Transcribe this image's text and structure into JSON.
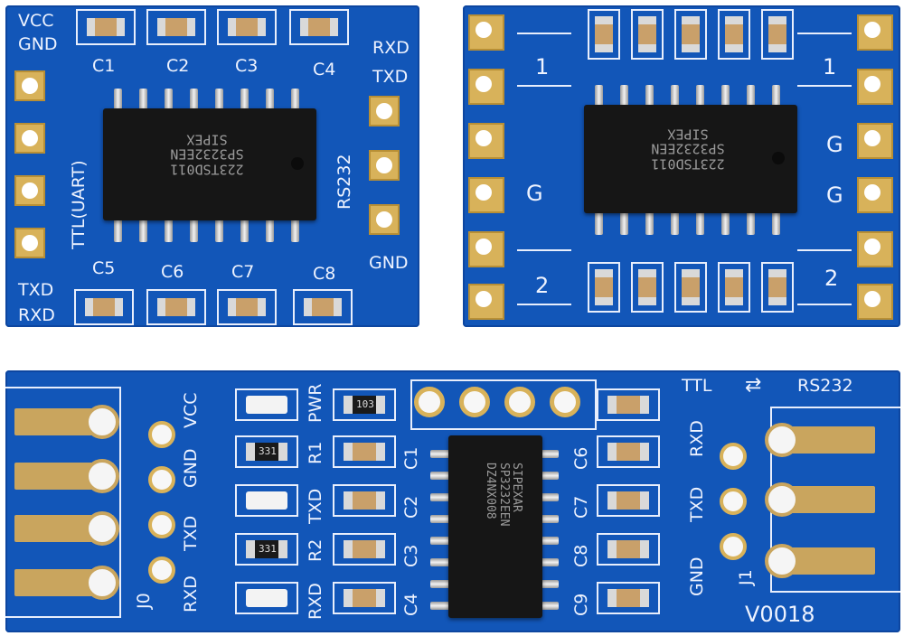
{
  "board_top_left": {
    "labels": {
      "vcc": "VCC",
      "gnd_top": "GND",
      "c1": "C1",
      "c2": "C2",
      "c3": "C3",
      "c4": "C4",
      "c5": "C5",
      "c6": "C6",
      "c7": "C7",
      "c8": "C8",
      "rxd_top": "RXD",
      "txd_top": "TXD",
      "gnd_right": "GND",
      "txd_bottom": "TXD",
      "rxd_bottom": "RXD",
      "ttl": "TTL(UART)",
      "rs232": "RS232"
    },
    "chip": {
      "line1": "223TSD011",
      "line2": "SP3232EEN",
      "line3": "SIPEX"
    }
  },
  "board_top_right": {
    "labels": {
      "one_left": "1",
      "one_right": "1",
      "g_left": "G",
      "g_right1": "G",
      "g_right2": "G",
      "two_left": "2",
      "two_right": "2"
    },
    "chip": {
      "line1": "223TSD011",
      "line2": "SP3232EEN",
      "line3": "SIPEX"
    }
  },
  "board_bottom": {
    "labels": {
      "vcc": "VCC",
      "gnd": "GND",
      "txd_left": "TXD",
      "rxd_left": "RXD",
      "j0": "J0",
      "pwr": "PWR",
      "r1": "R1",
      "txd_mid": "TXD",
      "r2": "R2",
      "rxd_mid": "RXD",
      "c1": "C1",
      "c2": "C2",
      "c3": "C3",
      "c4": "C4",
      "c6": "C6",
      "c7": "C7",
      "c8": "C8",
      "c9": "C9",
      "ttl": "TTL",
      "arrows": "⇄",
      "rs232": "RS232",
      "rxd_right": "RXD",
      "txd_right": "TXD",
      "gnd_right": "GND",
      "j1": "J1",
      "version": "V0018",
      "res_pwr": "103",
      "res_r1": "331",
      "res_r2": "331"
    },
    "chip": {
      "line1": "SIPEXAR",
      "line2": "SP3232EEN",
      "line3": "DZ4NX008"
    }
  }
}
